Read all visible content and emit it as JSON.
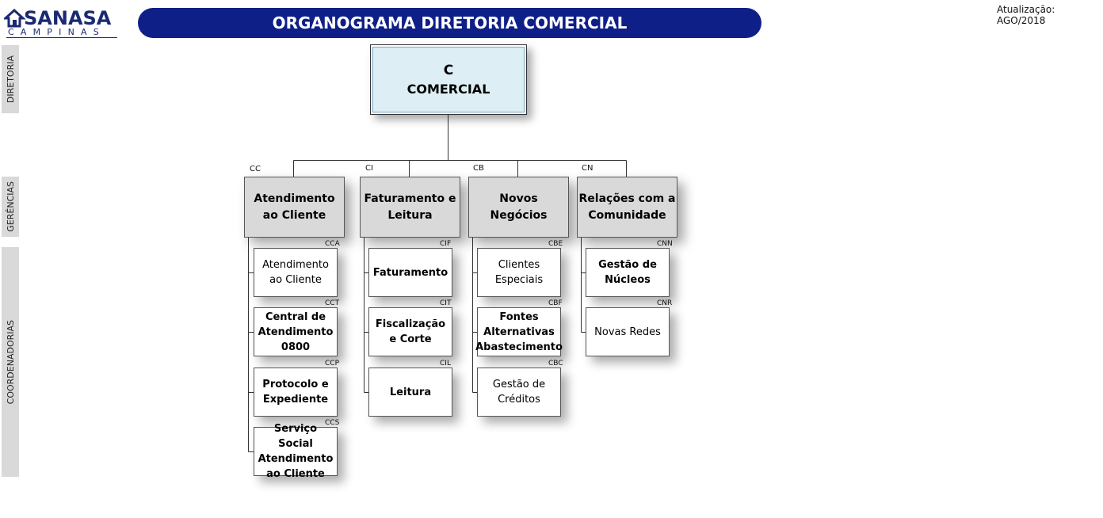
{
  "logo": {
    "word": "SANASA",
    "sub": "CAMPINAS"
  },
  "title": "ORGANOGRAMA DIRETORIA COMERCIAL",
  "update": "Atualização: AGO/2018",
  "bands": {
    "diretoria": "DIRETORIA",
    "gerencias": "GERÊNCIAS",
    "coordenadorias": "COORDENADORIAS"
  },
  "diretoria": {
    "code": "C",
    "name": "COMERCIAL"
  },
  "gerencias": [
    {
      "code": "CC",
      "name": "Atendimento ao Cliente"
    },
    {
      "code": "CI",
      "name": "Faturamento e Leitura"
    },
    {
      "code": "CB",
      "name": "Novos Negócios"
    },
    {
      "code": "CN",
      "name": "Relações com a Comunidade"
    }
  ],
  "coordenadorias": [
    [
      {
        "code": "CCA",
        "name": "Atendimento ao Cliente"
      },
      {
        "code": "CCT",
        "name": "Central de Atendimento 0800"
      },
      {
        "code": "CCP",
        "name": "Protocolo e Expediente"
      },
      {
        "code": "CCS",
        "name": "Serviço Social Atendimento ao Cliente"
      }
    ],
    [
      {
        "code": "CIF",
        "name": "Faturamento"
      },
      {
        "code": "CIT",
        "name": "Fiscalização e Corte"
      },
      {
        "code": "CIL",
        "name": "Leitura"
      }
    ],
    [
      {
        "code": "CBE",
        "name": "Clientes Especiais"
      },
      {
        "code": "CBF",
        "name": "Fontes Alternativas Abastecimento"
      },
      {
        "code": "CBC",
        "name": "Gestão de Créditos"
      }
    ],
    [
      {
        "code": "CNN",
        "name": "Gestão de Núcleos"
      },
      {
        "code": "CNR",
        "name": "Novas Redes"
      }
    ]
  ]
}
